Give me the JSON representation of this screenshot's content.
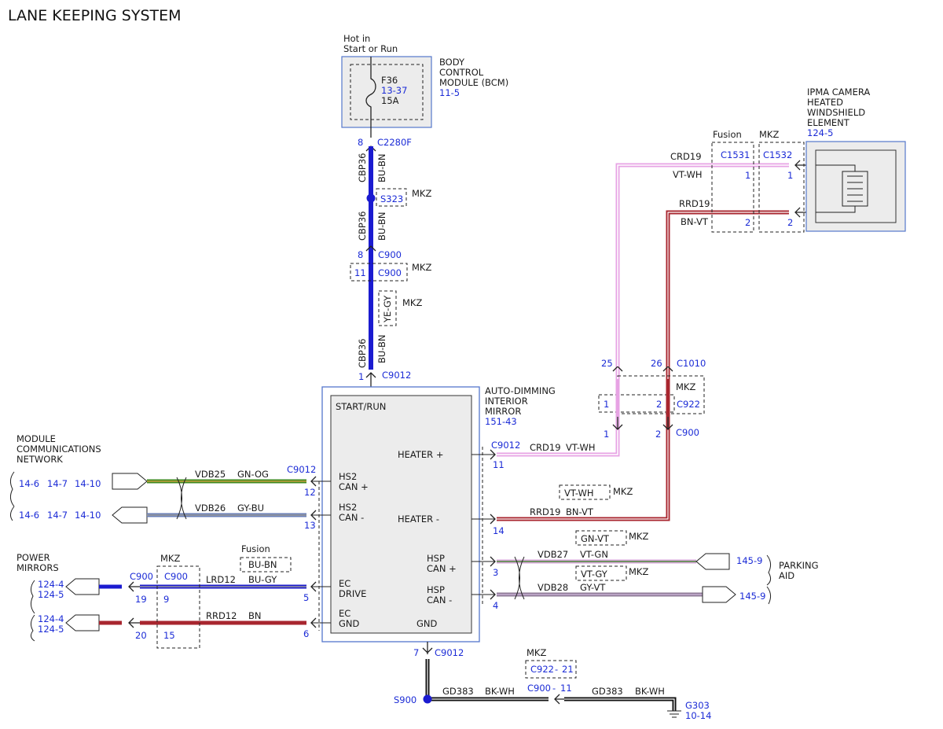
{
  "title": "LANE KEEPING SYSTEM",
  "colors": {
    "label": "#1b2bd6",
    "bu_bn": "#1b1bd0",
    "bn": "#a8262f",
    "vt_wh": "#e7a3e4",
    "bk_wh": "#111111",
    "gn_og": "#3f8a1f",
    "gy_bu": "#6a7fb7",
    "vt_gn": "#d6a7d8",
    "gy_vt": "#8e7a96"
  },
  "power": {
    "line1": "Hot in",
    "line2": "Start or Run"
  },
  "bcm": {
    "line1": "BODY",
    "line2": "CONTROL",
    "line3": "MODULE (BCM)",
    "ref": "11-5",
    "fuse": "F36",
    "fuse_ref": "13-37",
    "fuse_amp": "15A"
  },
  "c2280f": {
    "pin": "8",
    "name": "C2280F"
  },
  "wire_cbp36": {
    "circuit": "CBP36",
    "color": "BU-BN"
  },
  "s323": {
    "name": "S323",
    "note": "MKZ"
  },
  "c900_top": {
    "pin": "8",
    "name": "C900",
    "alt_pin": "11",
    "alt_name": "C900",
    "note": "MKZ"
  },
  "ye_gy": {
    "color": "YE-GY",
    "note": "MKZ"
  },
  "c9012_top": {
    "pin": "1",
    "name": "C9012"
  },
  "mirror": {
    "line1": "AUTO-DIMMING",
    "line2": "INTERIOR",
    "line3": "MIRROR",
    "ref": "151-43",
    "start_run": "START/RUN",
    "heater_plus": "HEATER +",
    "heater_minus": "HEATER -",
    "hs2_plus_1": "HS2",
    "hs2_plus_2": "CAN +",
    "hs2_minus_1": "HS2",
    "hs2_minus_2": "CAN -",
    "hsp_plus_1": "HSP",
    "hsp_plus_2": "CAN +",
    "hsp_minus_1": "HSP",
    "hsp_minus_2": "CAN -",
    "ec_drive_1": "EC",
    "ec_drive_2": "DRIVE",
    "ec_gnd_1": "EC",
    "ec_gnd_2": "GND",
    "gnd": "GND"
  },
  "mcn": {
    "line1": "MODULE",
    "line2": "COMMUNICATIONS",
    "line3": "NETWORK",
    "refs": [
      "14-6",
      "14-7",
      "14-10"
    ],
    "can_plus": {
      "connector": "C9012",
      "pin": "12",
      "circuit": "VDB25",
      "color": "GN-OG"
    },
    "can_minus": {
      "pin": "13",
      "circuit": "VDB26",
      "color": "GY-BU"
    }
  },
  "power_mirrors": {
    "line1": "POWER",
    "line2": "MIRRORS",
    "refs": [
      "124-4",
      "124-5"
    ],
    "mkz": "MKZ",
    "fusion": "Fusion",
    "fusion_color": "BU-BN",
    "c900_left": "C900",
    "c900_right": "C900",
    "drive": {
      "pin_l": "19",
      "pin_r": "9",
      "circuit": "LRD12",
      "color": "BU-GY",
      "pin": "5"
    },
    "gnd": {
      "pin_l": "20",
      "pin_r": "15",
      "circuit": "RRD12",
      "color": "BN",
      "pin": "6"
    }
  },
  "heater": {
    "c9012": "C9012",
    "pin_plus": "11",
    "circuit_plus": "CRD19",
    "color_plus": "VT-WH",
    "pin_minus": "14",
    "circuit_minus": "RRD19",
    "color_minus": "BN-VT",
    "alt_color": "VT-WH",
    "alt_note": "MKZ"
  },
  "c1010": {
    "name": "C1010",
    "pin_a": "25",
    "pin_b": "26"
  },
  "c922_mid": {
    "name": "C922",
    "pin_a": "1",
    "pin_b": "2",
    "note": "MKZ"
  },
  "c900_mid": {
    "name": "C900",
    "pin_a": "1",
    "pin_b": "2"
  },
  "ipma": {
    "line1": "IPMA CAMERA",
    "line2": "HEATED",
    "line3": "WINDSHIELD",
    "line4": "ELEMENT",
    "ref": "124-5",
    "fusion": "Fusion",
    "mkz": "MKZ",
    "c1531": "C1531",
    "c1532": "C1532",
    "top": {
      "circuit": "CRD19",
      "color": "VT-WH",
      "pin_a": "1",
      "pin_b": "1"
    },
    "bottom": {
      "circuit": "RRD19",
      "color": "BN-VT",
      "pin_a": "2",
      "pin_b": "2"
    }
  },
  "parking": {
    "line1": "PARKING",
    "line2": "AID",
    "ref": "145-9",
    "plus": {
      "pin": "3",
      "circuit": "VDB27",
      "color": "VT-GN",
      "alt_color": "GN-VT",
      "note": "MKZ"
    },
    "minus": {
      "pin": "4",
      "circuit": "VDB28",
      "color": "GY-VT",
      "alt_color": "VT-GY",
      "note": "MKZ"
    }
  },
  "ground": {
    "pin": "7",
    "connector": "C9012",
    "splice": "S900",
    "circuit": "GD383",
    "color": "BK-WH",
    "c900": "C900",
    "c900_pin": "11",
    "c922": "C922",
    "c922_pin": "21",
    "mkz": "MKZ",
    "g303": "G303",
    "g303_ref": "10-14"
  }
}
